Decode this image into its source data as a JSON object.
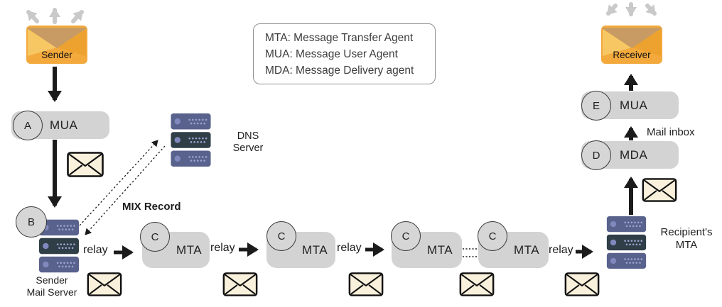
{
  "legend": {
    "lines": [
      "MTA: Message Transfer Agent",
      "MUA: Message User Agent",
      "MDA: Message Delivery agent"
    ]
  },
  "endpoints": {
    "sender": {
      "label": "Sender"
    },
    "receiver": {
      "label": "Receiver"
    }
  },
  "agents": {
    "mua_sender": {
      "badge": "A",
      "label": "MUA"
    },
    "mda": {
      "badge": "D",
      "label": "MDA"
    },
    "mua_receiver": {
      "badge": "E",
      "label": "MUA"
    }
  },
  "servers": {
    "sender_mail_server": {
      "badge": "B",
      "lines": [
        "Sender",
        "Mail Server"
      ]
    },
    "dns": {
      "lines": [
        "DNS",
        "Server"
      ]
    },
    "recipient_mta": {
      "lines": [
        "Recipient's",
        "MTA"
      ]
    }
  },
  "mtas": [
    {
      "badge": "C",
      "label": "MTA"
    },
    {
      "badge": "C",
      "label": "MTA"
    },
    {
      "badge": "C",
      "label": "MTA"
    },
    {
      "badge": "C",
      "label": "MTA"
    }
  ],
  "labels": {
    "relay": "relay",
    "mix_record": "MIX Record",
    "mail_inbox": "Mail inbox"
  },
  "colors": {
    "envelope_body": "#F3A93C",
    "envelope_flap": "#C79B63",
    "envelope_left": "#F7C764",
    "envelope_right": "#EDA22F",
    "mail_icon_fill": "#FAF1DC",
    "server_light": "#59628D",
    "server_dark": "#2F3E47",
    "server_accent": "#7F89BD",
    "box_gray": "#D3D3D3",
    "arrow_black": "#1B1B1B",
    "arrow_gray": "#C9C9C9"
  }
}
